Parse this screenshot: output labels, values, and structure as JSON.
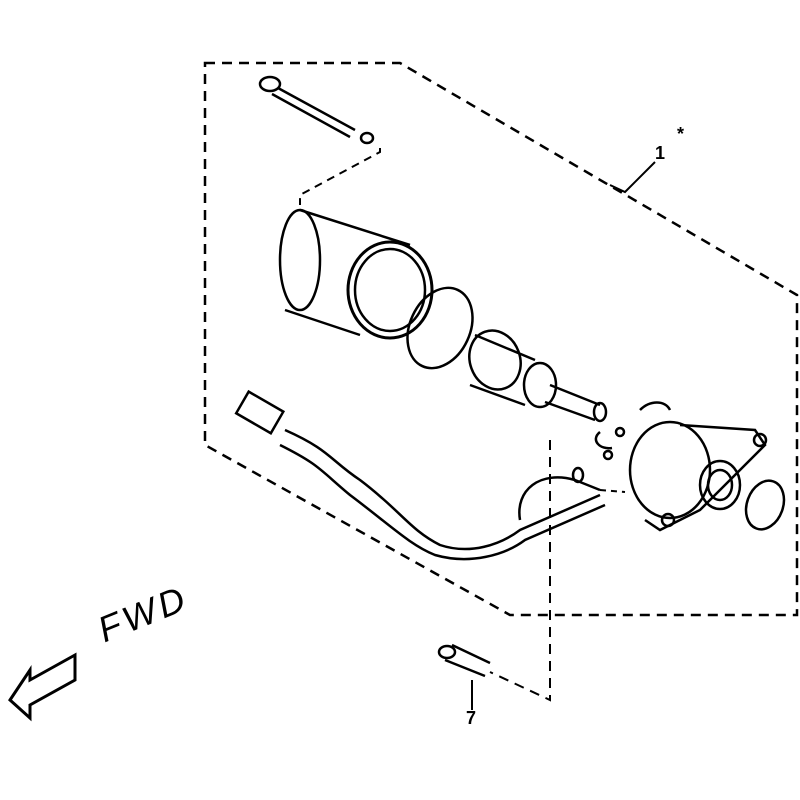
{
  "diagram": {
    "callouts": {
      "part_1": "1",
      "part_1_mark": "*",
      "part_7": "7"
    },
    "direction_label": "FWD",
    "line_color": "#000000",
    "background": "#ffffff"
  }
}
